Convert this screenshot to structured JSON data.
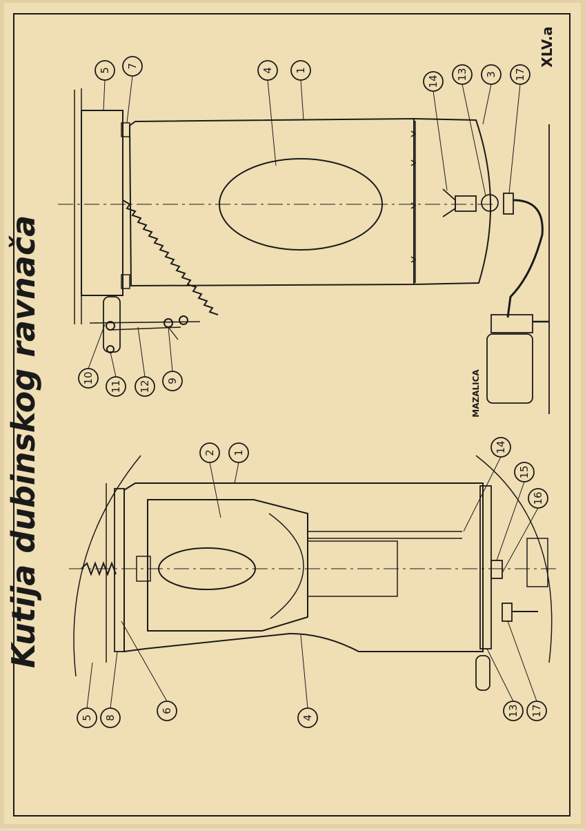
{
  "sheet": {
    "title": "Kutija dubinskog ravnača",
    "code": "XLV.a",
    "lubricator_label": "MAZALICA"
  },
  "callouts_top": [
    "5",
    "7",
    "4",
    "1",
    "14",
    "13",
    "3",
    "17",
    "10",
    "11",
    "12",
    "9"
  ],
  "callouts_bottom": [
    "2",
    "1",
    "14",
    "15",
    "16",
    "5",
    "8",
    "6",
    "4",
    "13",
    "17"
  ],
  "colors": {
    "paper": "#f0deb4",
    "paper_edge": "#e2cfa3",
    "ink": "#1a1a1a"
  }
}
